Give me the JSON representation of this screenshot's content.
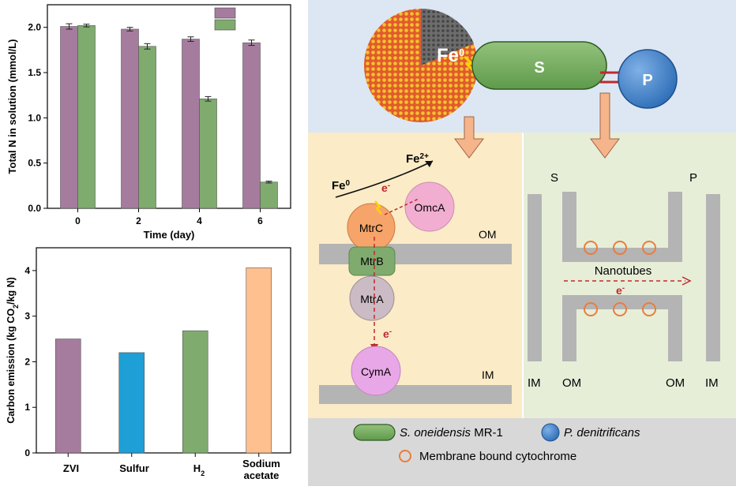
{
  "chart_data": [
    {
      "type": "bar",
      "ylabel": "Total N in solution (mmol/L)",
      "xlabel": "Time (day)",
      "categories": [
        "0",
        "2",
        "4",
        "6"
      ],
      "ylim": [
        0,
        2.25
      ],
      "yticks": [
        "0.0",
        "0.5",
        "1.0",
        "1.5",
        "2.0"
      ],
      "legend": "top-right, unlabeled swatches",
      "series": [
        {
          "values": [
            2.01,
            1.98,
            1.87,
            1.83
          ],
          "errors": [
            0.03,
            0.02,
            0.025,
            0.03
          ],
          "color": "#a57c9e"
        },
        {
          "values": [
            2.02,
            1.79,
            1.21,
            0.29
          ],
          "errors": [
            0.015,
            0.03,
            0.025,
            0.01
          ],
          "color": "#7fab6f"
        }
      ]
    },
    {
      "type": "bar",
      "ylabel": "Carbon emission (kg CO2/kg N)",
      "categories": [
        "ZVI",
        "Sulfur",
        "H2",
        "Sodium acetate"
      ],
      "values": [
        2.5,
        2.2,
        2.68,
        4.06
      ],
      "colors": [
        "#a57c9e",
        "#1e9fd6",
        "#7fab6f",
        "#ffc08f"
      ],
      "ylim": [
        0,
        4.5
      ],
      "yticks": [
        "0",
        "1",
        "2",
        "3",
        "4"
      ]
    }
  ],
  "diagram": {
    "fe_label": "Fe",
    "fe_sup": "0",
    "s_label": "S",
    "p_label": "P",
    "left": {
      "fe0": "Fe",
      "fe0_sup": "0",
      "fe2": "Fe",
      "fe2_sup": "2+",
      "electron": "e",
      "electron_sup": "-",
      "mtrc": "MtrC",
      "omca": "OmcA",
      "mtrb": "MtrB",
      "mtra": "MtrA",
      "cyma": "CymA",
      "om": "OM",
      "im": "IM"
    },
    "right": {
      "s": "S",
      "p": "P",
      "nanotubes": "Nanotubes",
      "electron": "e",
      "electron_sup": "-",
      "im_left": "IM",
      "om_left": "OM",
      "om_right": "OM",
      "im_right": "IM"
    },
    "legend": {
      "species1_italic": "S. oneidensis",
      "species1_rest": " MR-1",
      "species2": "P. denitrificans",
      "cytochrome": "Membrane bound cytochrome"
    },
    "colors": {
      "sky": "#dce7f3",
      "left_panel": "#fbebc7",
      "right_panel": "#e6eed8",
      "legend_bg": "#d8d8d8",
      "membrane": "#b4b4b4",
      "arrow": "#f5b48a",
      "red": "#c0282d"
    }
  }
}
